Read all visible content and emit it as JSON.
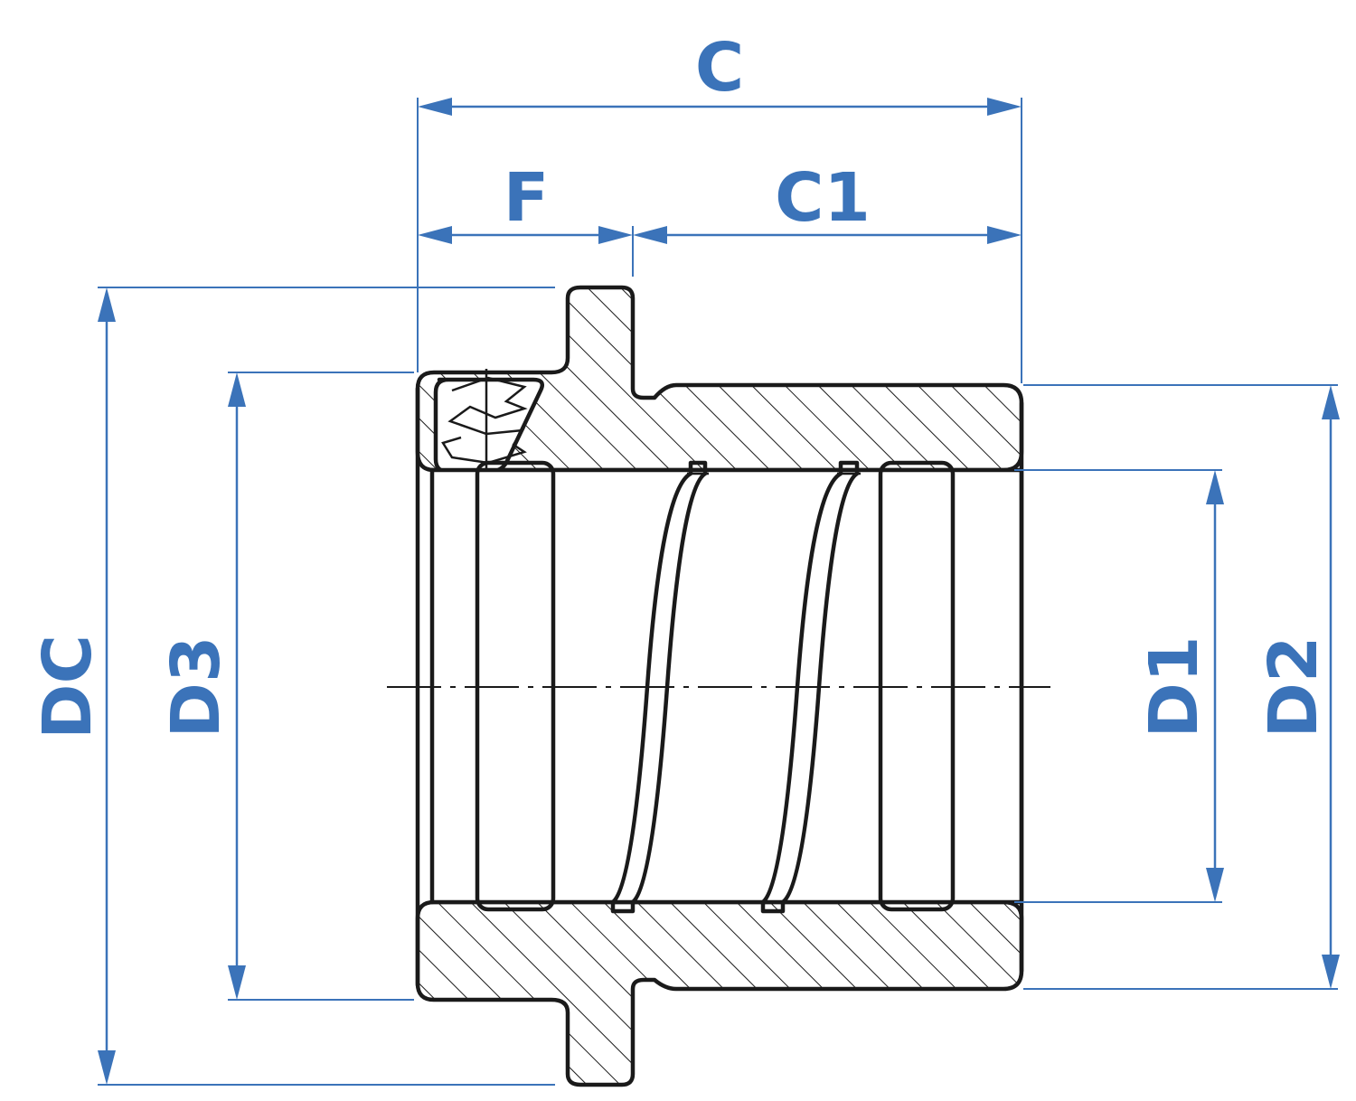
{
  "labels": {
    "C": "C",
    "F": "F",
    "C1": "C1",
    "DC": "DC",
    "D3": "D3",
    "D1": "D1",
    "D2": "D2"
  },
  "colors": {
    "dimension": "#3b73b9",
    "outline": "#1a1a1a",
    "background": "#ffffff"
  }
}
